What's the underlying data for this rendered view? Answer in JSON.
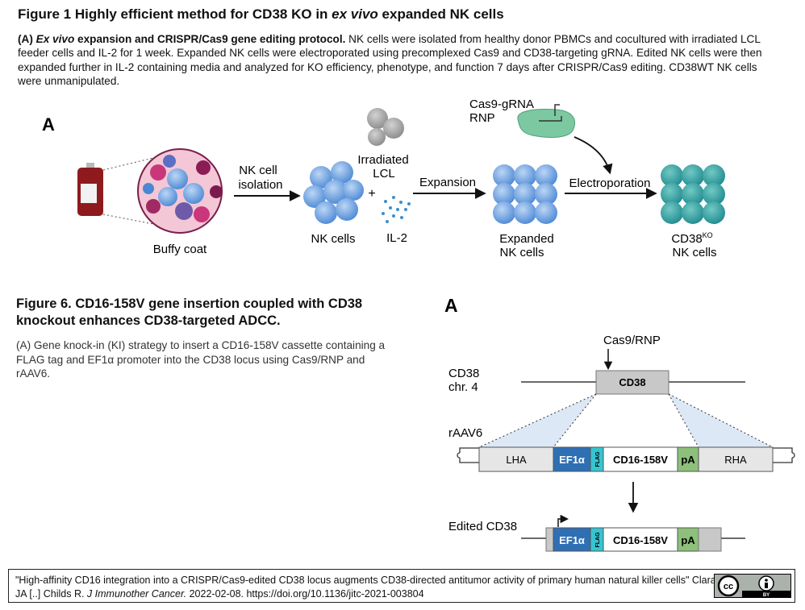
{
  "figure1": {
    "title_pre": "Figure 1 Highly efficient method for CD38 KO in ",
    "title_italic": "ex vivo",
    "title_post": " expanded NK cells",
    "caption_label": "(A) ",
    "caption_bold_italic": "Ex vivo",
    "caption_bold": " expansion and CRISPR/Cas9 gene editing protocol.",
    "caption_body": " NK cells were isolated from healthy donor PBMCs and cocultured with irradiated LCL feeder cells and IL-2 for 1 week. Expanded NK cells were electroporated using precomplexed Cas9 and CD38-targeting gRNA. Edited NK cells were then expanded further in IL-2 containing media and analyzed for KO efficiency, phenotype, and function 7 days after CRISPR/Cas9 editing. CD38WT NK cells were unmanipulated.",
    "panel_letter": "A",
    "labels": {
      "buffy_coat": "Buffy coat",
      "nk_isolation_1": "NK cell",
      "nk_isolation_2": "isolation",
      "nk_cells": "NK cells",
      "irradiated_1": "Irradiated",
      "irradiated_2": "LCL",
      "plus": "+",
      "il2": "IL-2",
      "expansion": "Expansion",
      "expanded_1": "Expanded",
      "expanded_2": "NK cells",
      "cas9_1": "Cas9-gRNA",
      "cas9_2": "RNP",
      "electroporation": "Electroporation",
      "cd38ko_base": "CD38",
      "cd38ko_sup": "KO",
      "cd38ko_2": "NK cells"
    },
    "colors": {
      "nk_blue": "#4a87d4",
      "nk_light": "#a9c9ef",
      "ko_teal": "#2a9d9f",
      "blood_red": "#8e1a1e",
      "rnp_green": "#7cc9a1"
    }
  },
  "figure6": {
    "title": "Figure 6. CD16-158V gene insertion coupled with CD38 knockout enhances CD38-targeted ADCC.",
    "caption": "(A) Gene knock-in (KI) strategy to insert a CD16-158V cassette containing a FLAG tag and EF1α promoter into the CD38 locus using Cas9/RNP and rAAV6.",
    "panel_letter": "A",
    "labels": {
      "cas9_rnp": "Cas9/RNP",
      "cd38_chr_1": "CD38",
      "cd38_chr_2": "chr. 4",
      "cd38_box": "CD38",
      "raav6": "rAAV6",
      "lha": "LHA",
      "ef1a": "EF1α",
      "flag": "FLAG",
      "cd16": "CD16-158V",
      "pa": "pA",
      "rha": "RHA",
      "edited": "Edited CD38"
    },
    "colors": {
      "ef1a_blue": "#2f6fb3",
      "flag_teal": "#37c4d1",
      "pa_green": "#8dc07a",
      "arm_gray": "#e6e6e6",
      "shade_blue": "#dce8f6"
    }
  },
  "citation": {
    "text_pre": "\"High-affinity CD16 integration into a CRISPR/Cas9-edited CD38 locus augments CD38-directed antitumor activity of primary human natural killer cells\" Clara JA [..] Childs R. ",
    "journal": "J Immunother Cancer.",
    "text_post": " 2022-02-08. https://doi.org/10.1136/jitc-2021-003804",
    "license_cc": "cc",
    "license_by": "BY"
  }
}
